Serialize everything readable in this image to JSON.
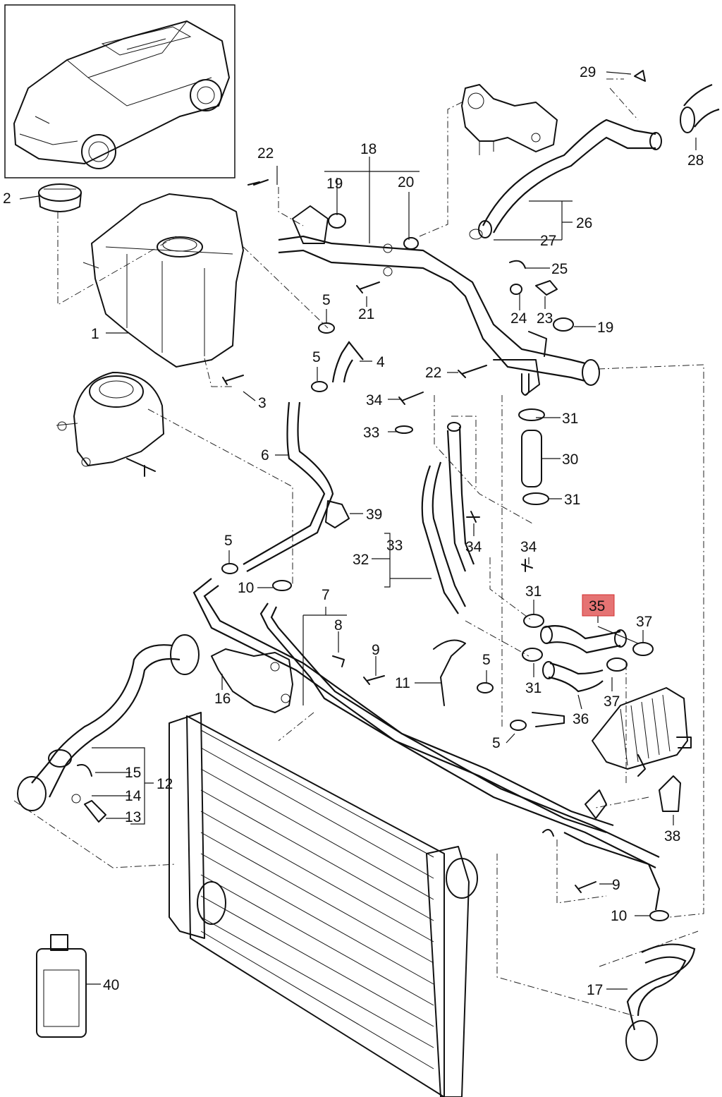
{
  "highlight_color": "#e53935",
  "highlighted_part": "35",
  "callouts": {
    "p1": "1",
    "p2": "2",
    "p3": "3",
    "p4": "4",
    "p5a": "5",
    "p5b": "5",
    "p5c": "5",
    "p5d": "5",
    "p5e": "5",
    "p6": "6",
    "p7": "7",
    "p8": "8",
    "p9a": "9",
    "p9b": "9",
    "p10a": "10",
    "p10b": "10",
    "p11": "11",
    "p12": "12",
    "p13": "13",
    "p14": "14",
    "p15": "15",
    "p16": "16",
    "p17": "17",
    "p18": "18",
    "p19a": "19",
    "p19b": "19",
    "p20": "20",
    "p21": "21",
    "p22a": "22",
    "p22b": "22",
    "p23": "23",
    "p24": "24",
    "p25": "25",
    "p26": "26",
    "p27": "27",
    "p28": "28",
    "p29": "29",
    "p30": "30",
    "p31a": "31",
    "p31b": "31",
    "p31c": "31",
    "p31d": "31",
    "p32": "32",
    "p33a": "33",
    "p33b": "33",
    "p34a": "34",
    "p34b": "34",
    "p34c": "34",
    "p35": "35",
    "p36": "36",
    "p37a": "37",
    "p37b": "37",
    "p38": "38",
    "p39": "39",
    "p40": "40"
  }
}
